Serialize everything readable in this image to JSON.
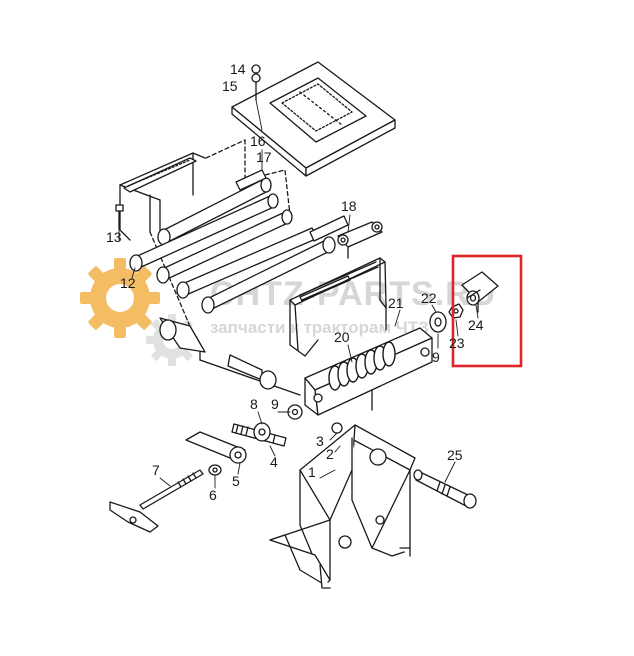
{
  "callouts": [
    {
      "id": "1",
      "label": "1"
    },
    {
      "id": "2",
      "label": "2"
    },
    {
      "id": "3",
      "label": "3"
    },
    {
      "id": "4",
      "label": "4"
    },
    {
      "id": "5",
      "label": "5"
    },
    {
      "id": "6",
      "label": "6"
    },
    {
      "id": "7",
      "label": "7"
    },
    {
      "id": "8",
      "label": "8"
    },
    {
      "id": "9a",
      "label": "9"
    },
    {
      "id": "9b",
      "label": "9"
    },
    {
      "id": "12",
      "label": "12"
    },
    {
      "id": "13",
      "label": "13"
    },
    {
      "id": "14",
      "label": "14"
    },
    {
      "id": "15",
      "label": "15"
    },
    {
      "id": "16",
      "label": "16"
    },
    {
      "id": "17",
      "label": "17"
    },
    {
      "id": "18",
      "label": "18"
    },
    {
      "id": "20",
      "label": "20"
    },
    {
      "id": "21",
      "label": "21"
    },
    {
      "id": "22",
      "label": "22"
    },
    {
      "id": "23",
      "label": "23"
    },
    {
      "id": "24",
      "label": "24"
    },
    {
      "id": "25",
      "label": "25"
    }
  ],
  "watermark": {
    "line1": "CHTZ-PARTS.RU",
    "line2": "запчасти к тракторам ЧТЗ"
  },
  "colors": {
    "line": "#1a1a1a",
    "highlight": "#e0242b",
    "watermark": "#c9c9c9",
    "gear": "#f3b24a"
  }
}
